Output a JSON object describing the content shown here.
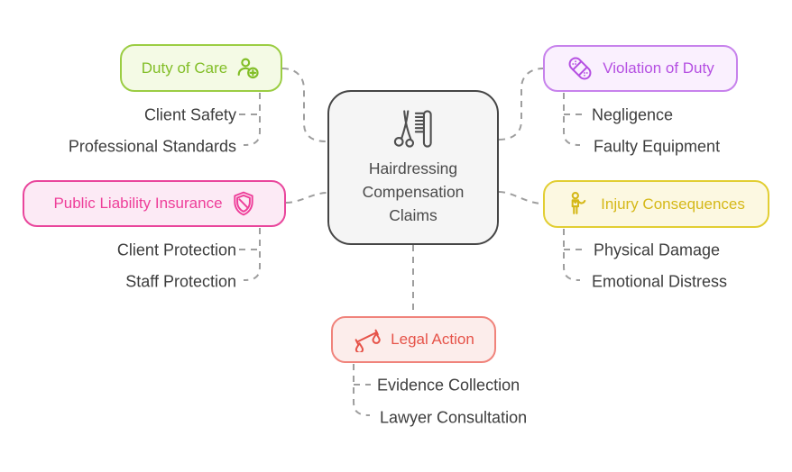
{
  "diagram": {
    "center": {
      "title": "Hairdressing Compensation Claims",
      "icon": "scissors-comb-icon",
      "bg_color": "#F5F5F5",
      "border_color": "#454545",
      "text_color": "#4A4A4A"
    },
    "connector_color": "#9E9E9E",
    "subitem_text_color": "#3D3D3D",
    "branches": [
      {
        "label": "Duty of Care",
        "icon": "user-plus-icon",
        "side": "left",
        "text_color": "#82BE27",
        "border_color": "#9BCD43",
        "bg_color": "#F4FAE5",
        "children": [
          "Client Safety",
          "Professional Standards"
        ]
      },
      {
        "label": "Violation of Duty",
        "icon": "bandage-icon",
        "side": "right",
        "text_color": "#B550E2",
        "border_color": "#C782EC",
        "bg_color": "#FAF0FE",
        "children": [
          "Negligence",
          "Faulty Equipment"
        ]
      },
      {
        "label": "Public Liability Insurance",
        "icon": "shield-icon",
        "side": "left",
        "text_color": "#EE3E99",
        "border_color": "#E9469C",
        "bg_color": "#FCEAF5",
        "children": [
          "Client Protection",
          "Staff Protection"
        ]
      },
      {
        "label": "Injury Consequences",
        "icon": "injured-person-icon",
        "side": "right",
        "text_color": "#D5B818",
        "border_color": "#E2CE33",
        "bg_color": "#FCF8E1",
        "children": [
          "Physical Damage",
          "Emotional Distress"
        ]
      },
      {
        "label": "Legal Action",
        "icon": "scales-icon",
        "side": "bottom",
        "text_color": "#E65349",
        "border_color": "#F0837B",
        "bg_color": "#FCEDEB",
        "children": [
          "Evidence Collection",
          "Lawyer Consultation"
        ]
      }
    ]
  }
}
